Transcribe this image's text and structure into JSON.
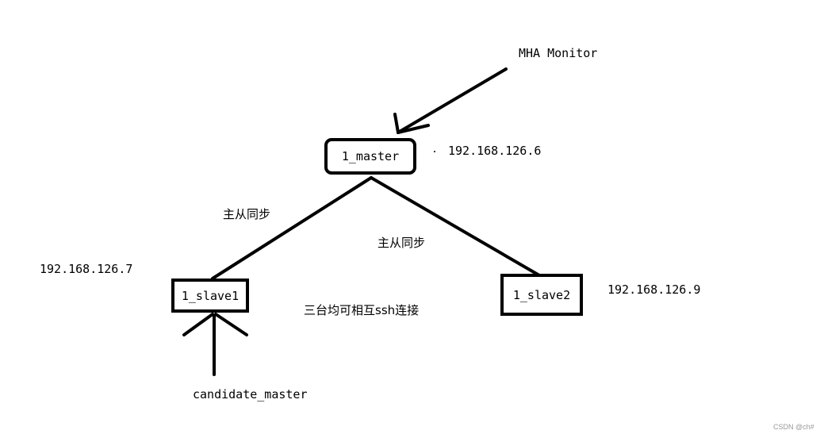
{
  "nodes": {
    "master": "1_master",
    "slave1": "1_slave1",
    "slave2": "1_slave2"
  },
  "labels": {
    "monitor": "MHA Monitor",
    "candidate": "candidate_master",
    "ip_master": "192.168.126.6",
    "ip_slave1": "192.168.126.7",
    "ip_slave2": "192.168.126.9",
    "sync_left": "主从同步",
    "sync_right": "主从同步",
    "ssh_note": "三台均可相互ssh连接"
  },
  "watermark": "CSDN @ch#",
  "colors": {
    "stroke": "#000000",
    "background": "#ffffff"
  }
}
